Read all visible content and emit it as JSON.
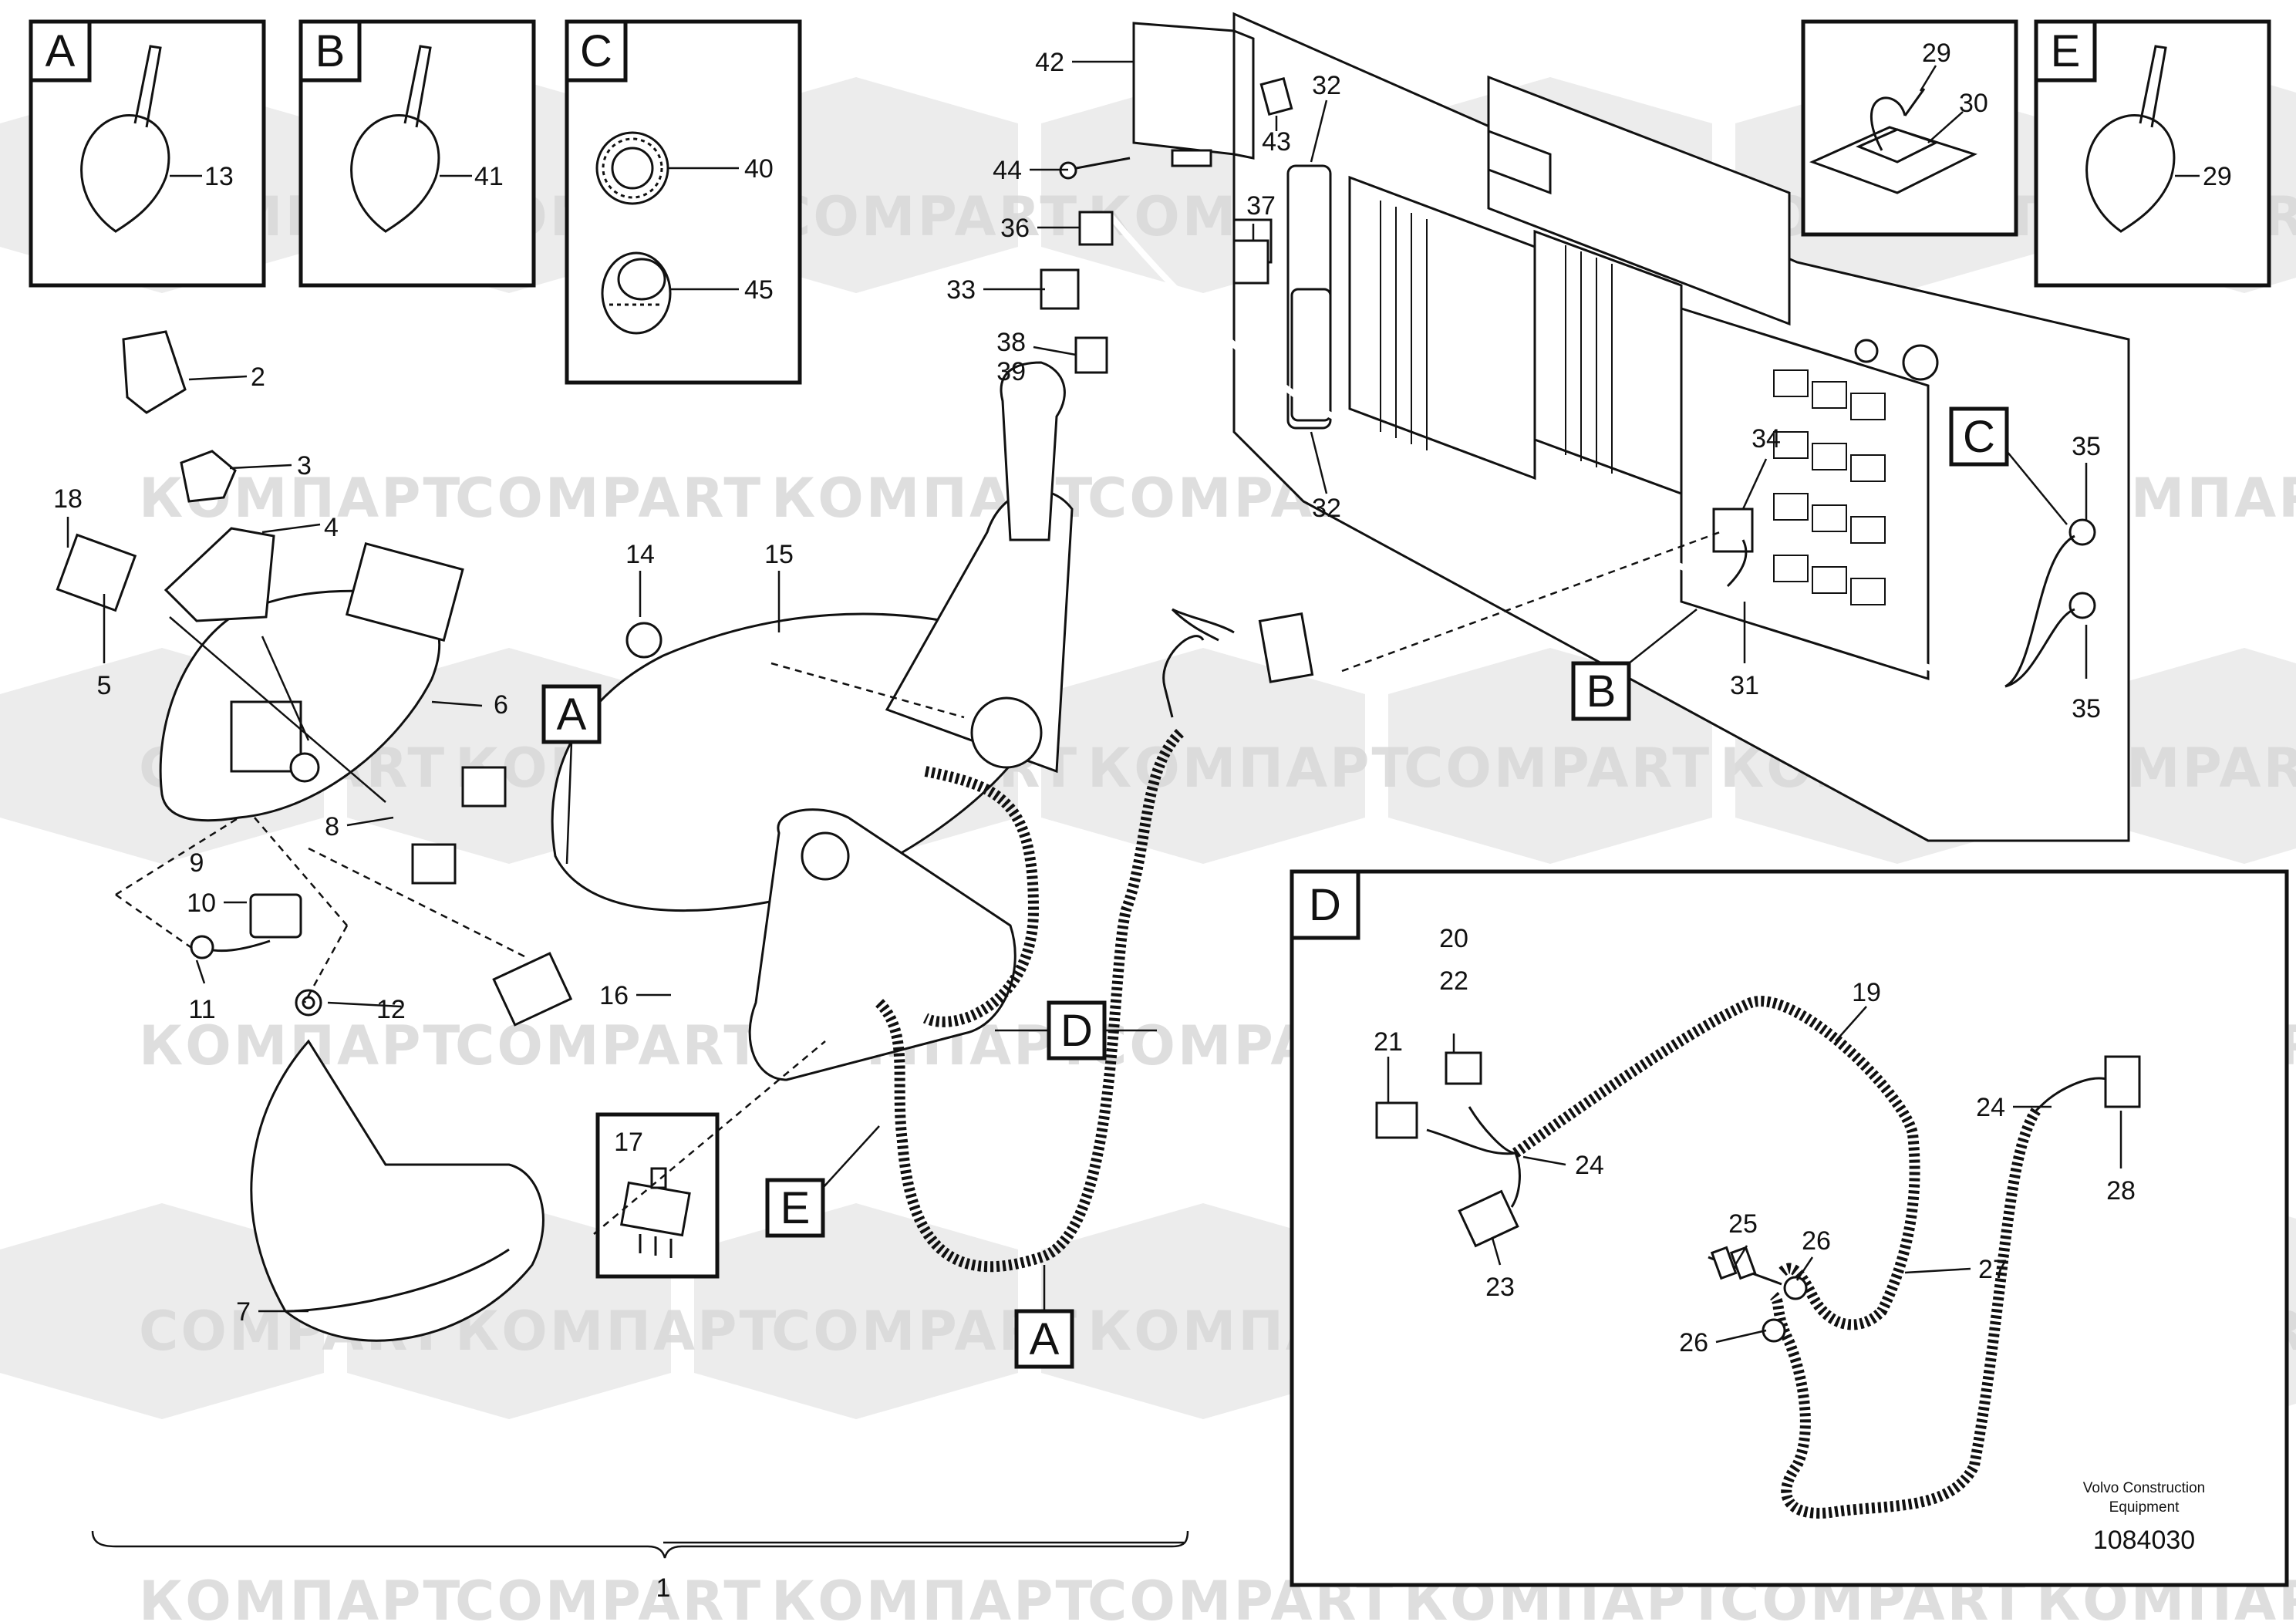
{
  "watermark": {
    "text_latin": "COMPART",
    "text_cyrillic": "КОМПАРТ"
  },
  "detail_boxes": [
    {
      "letter": "A",
      "part": "13"
    },
    {
      "letter": "B",
      "part": "41"
    },
    {
      "letter": "C",
      "parts": [
        "40",
        "45"
      ]
    },
    {
      "letter": "E",
      "part": "29"
    },
    {
      "letter": "D"
    }
  ],
  "detail_29_30": {
    "parts": [
      "29",
      "30"
    ]
  },
  "part_labels": [
    "1",
    "2",
    "3",
    "4",
    "5",
    "6",
    "7",
    "8",
    "9",
    "10",
    "11",
    "12",
    "14",
    "15",
    "16",
    "17",
    "18",
    "31",
    "32",
    "32",
    "33",
    "34",
    "35",
    "35",
    "36",
    "37",
    "38",
    "39",
    "42",
    "43",
    "44"
  ],
  "detail_d_labels": [
    "19",
    "20",
    "21",
    "22",
    "23",
    "24",
    "24",
    "25",
    "26",
    "26",
    "27",
    "28"
  ],
  "callouts": [
    "A",
    "A",
    "B",
    "C",
    "D",
    "E"
  ],
  "credit": {
    "line1": "Volvo Construction",
    "line2": "Equipment"
  },
  "document_number": "1084030"
}
